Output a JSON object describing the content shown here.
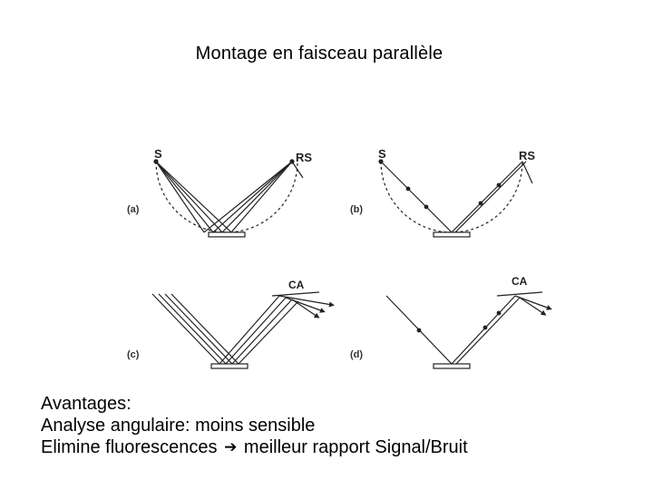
{
  "title": "Montage en faisceau parallèle",
  "figure": {
    "panels": [
      {
        "label": "(a)",
        "source_label": "S",
        "detector_label": "RS"
      },
      {
        "label": "(b)",
        "source_label": "S",
        "detector_label": "RS"
      },
      {
        "label": "(c)",
        "analyzer_label": "CA"
      },
      {
        "label": "(d)",
        "analyzer_label": "CA"
      }
    ]
  },
  "notes": {
    "heading": "Avantages:",
    "line1": "Analyse angulaire: moins sensible",
    "line2_start": "Elimine fluorescences",
    "arrow_icon": "right-arrow-icon",
    "line2_end": "meilleur rapport Signal/Bruit"
  }
}
